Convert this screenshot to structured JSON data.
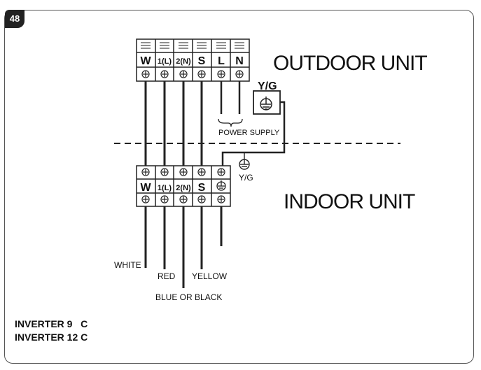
{
  "figure_number": "48",
  "outdoor": {
    "title": "OUTDOOR UNIT",
    "terminals": [
      "W",
      "1(L)",
      "2(N)",
      "S",
      "L",
      "N"
    ],
    "power_supply_label": "POWER SUPPLY",
    "ground_label": "Y/G"
  },
  "indoor": {
    "title": "INDOOR UNIT",
    "terminals": [
      "W",
      "1(L)",
      "2(N)",
      "S"
    ],
    "ground_label": "Y/G"
  },
  "wires": {
    "white": "WHITE",
    "red": "RED",
    "blue_black": "BLUE OR BLACK",
    "yellow": "YELLOW"
  },
  "models": [
    "INVERTER 9   C",
    "INVERTER 12 C"
  ]
}
